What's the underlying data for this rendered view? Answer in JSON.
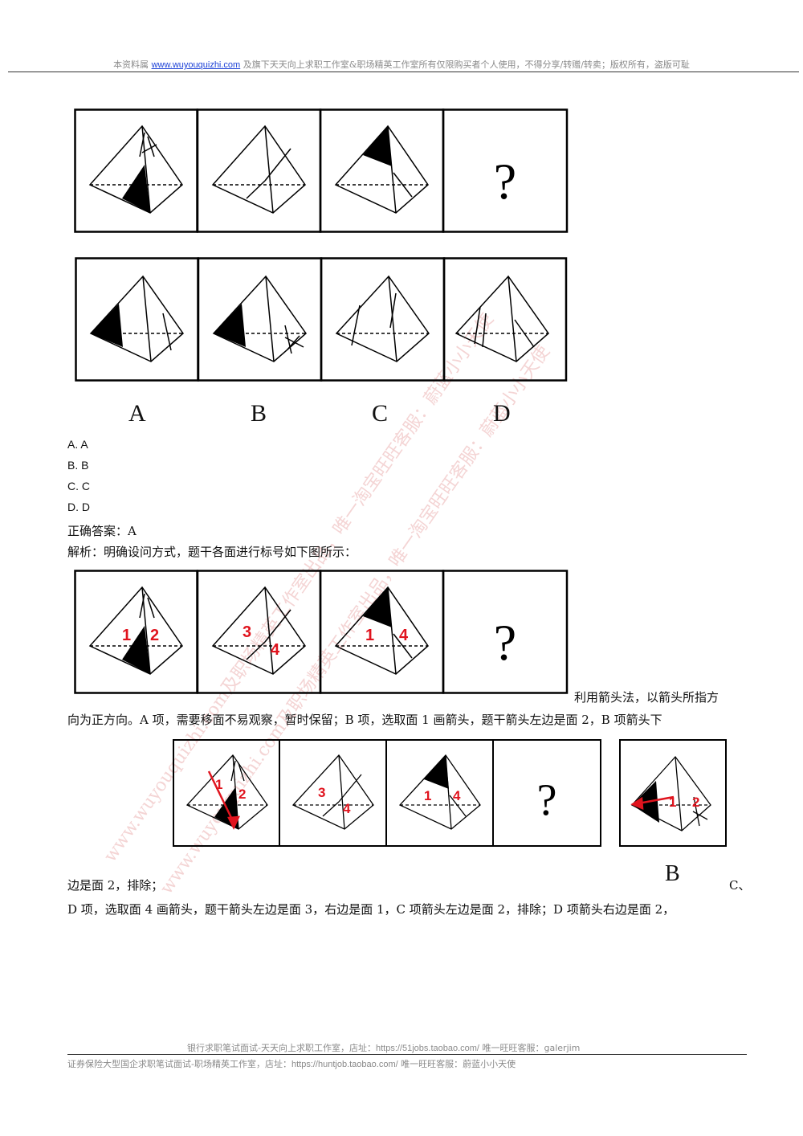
{
  "header": {
    "prefix": "本资料属",
    "link": "www.wuyouquizhi.com",
    "suffix": "及旗下天天向上求职工作室&职场精英工作室所有仅限购买者个人使用，不得分享/转赠/转卖；版权所有，盗版可耻"
  },
  "question_mark": "?",
  "choice_letters": [
    "A",
    "B",
    "C",
    "D"
  ],
  "options": [
    "A. A",
    "B. B",
    "C. C",
    "D. D"
  ],
  "answer": "正确答案：A",
  "analysis_intro": "解析：明确设问方式，题干各面进行标号如下图所示：",
  "face_labels": {
    "one": "1",
    "two": "2",
    "three": "3",
    "four": "4"
  },
  "side_text": "利用箭头法，以箭头所指方",
  "para1_line2": "向为正方向。A 项，需要移面不易观察，暂时保留；B 项，选取面 1 画箭头，题干箭头左边是面 2，B 项箭头下",
  "para2_line1_left": "边是面 2，排除；",
  "b_label": "B",
  "para2_line1_right": "C、",
  "para2_line2": "D 项，选取面 4 画箭头，题干箭头左边是面 3，右边是面 1，C 项箭头左边是面 2，排除；D 项箭头右边是面 2，",
  "footer": {
    "line1_prefix": "银行求职笔试面试-天天向上求职工作室，店址：",
    "line1_url": "https://51jobs.taobao.com/",
    "line1_suffix": " 唯一旺旺客服：galerjim",
    "line2_prefix": "证券保险大型国企求职笔试面试-职场精英工作室，店址：",
    "line2_url": "https://huntjob.taobao.com/",
    "line2_suffix": " 唯一旺旺客服：蔚蓝小小天使"
  },
  "watermarks": [
    "www.wuyouquizhi.com及职场精英工作室出品，唯一淘宝旺旺客服：蔚蓝小小天使",
    "www.wuyouquizhi.com及职场精英工作室出品，唯一淘宝旺旺客服：蔚蓝小小天使"
  ],
  "colors": {
    "accent_red": "#e0141e",
    "header_gray": "#8a8a8a",
    "link_blue": "#1a3fd6"
  }
}
